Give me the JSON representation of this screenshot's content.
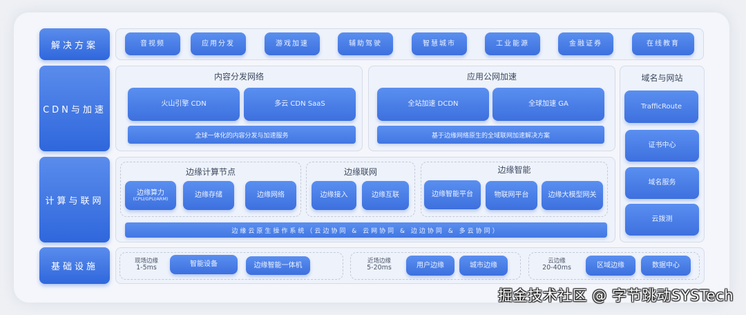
{
  "colors": {
    "primary_blue": "#3d70de",
    "label_blue": "#2f67dc",
    "panel_bg": "#eef2fa",
    "canvas_bg": "#f4f6fb"
  },
  "rows": {
    "solutions": {
      "label": "解决方案",
      "items": [
        "音视频",
        "应用分发",
        "游戏加速",
        "辅助驾驶",
        "智慧城市",
        "工业能源",
        "金融证券",
        "在线教育"
      ]
    },
    "cdn": {
      "label": "CDN与加速",
      "content_delivery": {
        "title": "内容分发网络",
        "items": [
          "火山引擎 CDN",
          "多云 CDN SaaS"
        ],
        "bar": "全球一体化的内容分发与加速服务"
      },
      "app_acceleration": {
        "title": "应用公网加速",
        "items": [
          "全站加速 DCDN",
          "全球加速 GA"
        ],
        "bar": "基于边缘网络原生的全域联网加速解决方案"
      }
    },
    "compute": {
      "label": "计算与联网",
      "edge_nodes": {
        "title": "边缘计算节点",
        "items": [
          {
            "label": "边缘算力",
            "sub": "(CPU/GPU/ARM)"
          },
          {
            "label": "边缘存储"
          },
          {
            "label": "边缘网络"
          }
        ]
      },
      "edge_network": {
        "title": "边缘联网",
        "items": [
          "边缘接入",
          "边缘互联"
        ]
      },
      "edge_ai": {
        "title": "边缘智能",
        "items": [
          "边缘智能平台",
          "物联网平台",
          "边缘大模型网关"
        ]
      },
      "os_bar": "边缘云原生操作系统（云边协同 & 云网协同 & 边边协同 & 多云协同）"
    },
    "domain_web": {
      "title": "域名与网站",
      "items": [
        "TrafficRoute",
        "证书中心",
        "域名服务",
        "云拨测"
      ]
    },
    "infra": {
      "label": "基础设施",
      "groups": [
        {
          "name": "现场边缘",
          "latency": "1-5ms",
          "items": [
            "智能设备",
            "边缘智能一体机"
          ]
        },
        {
          "name": "近场边缘",
          "latency": "5-20ms",
          "items": [
            "用户边缘",
            "城市边缘"
          ]
        },
        {
          "name": "云边缘",
          "latency": "20-40ms",
          "items": [
            "区域边缘",
            "数据中心"
          ]
        }
      ]
    }
  },
  "watermark": "掘金技术社区 @ 字节跳动SYSTech"
}
